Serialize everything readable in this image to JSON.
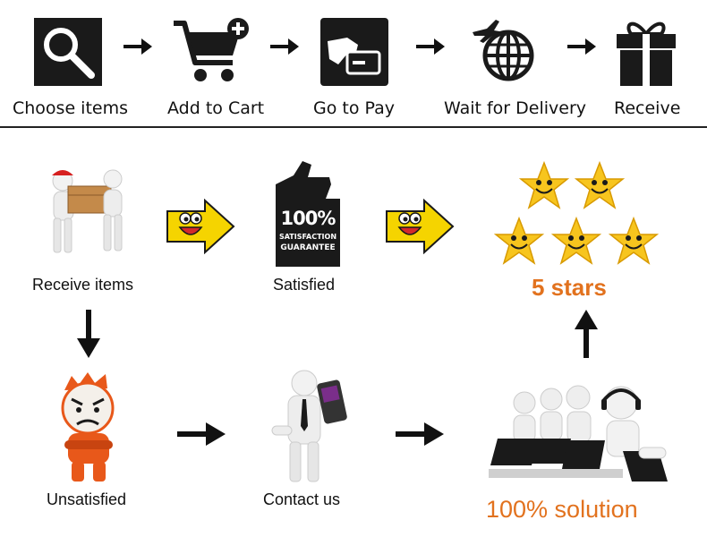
{
  "steps": [
    {
      "label": "Choose items",
      "icon": "search-icon"
    },
    {
      "label": "Add to Cart",
      "icon": "cart-add-icon"
    },
    {
      "label": "Go to Pay",
      "icon": "card-pay-icon"
    },
    {
      "label": "Wait for Delivery",
      "icon": "globe-plane-icon"
    },
    {
      "label": "Receive",
      "icon": "gift-icon"
    }
  ],
  "flow": {
    "receive_items": "Receive items",
    "satisfied": "Satisfied",
    "five_stars": "5 stars",
    "unsatisfied": "Unsatisfied",
    "contact_us": "Contact us",
    "solution": "100% solution",
    "badge_big": "100%",
    "badge_line1": "SATISFACTION",
    "badge_line2": "GUARANTEE"
  },
  "colors": {
    "orange_text": "#e2721e",
    "icon_dark": "#1a1a1a",
    "arrow_yellow": "#f5d400",
    "star_yellow": "#f7c51e"
  }
}
